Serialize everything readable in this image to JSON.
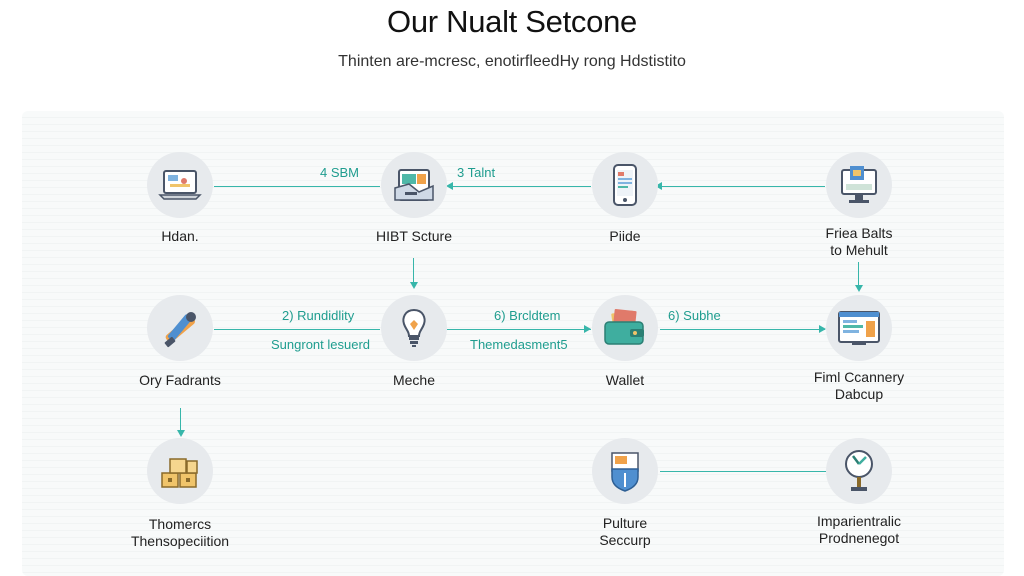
{
  "header": {
    "title": "Our Nualt Setcone",
    "subtitle": "Thinten are-mcresc, enotirfleedHy rong Hdstistito"
  },
  "nodes": {
    "n1": {
      "label": "Hdan.",
      "icon": "laptop-icon"
    },
    "n2": {
      "label": "HIBT Scture",
      "icon": "package-icon"
    },
    "n3": {
      "label": "Piide",
      "icon": "phone-icon"
    },
    "n4": {
      "label_line1": "Friea Balts",
      "label_line2": "to Mehult",
      "icon": "monitor-icon"
    },
    "n5": {
      "label": "Ory Fadrants",
      "icon": "tools-icon"
    },
    "n6": {
      "label": "Meche",
      "icon": "lightbulb-icon"
    },
    "n7": {
      "label": "Wallet",
      "icon": "wallet-icon"
    },
    "n8": {
      "label_line1": "Fiml Ccannery",
      "label_line2": "Dabcup",
      "icon": "dashboard-icon"
    },
    "n9": {
      "label_line1": "Thomercs",
      "label_line2": "Thensopeciition",
      "icon": "boxes-icon"
    },
    "n10": {
      "label_line1": "Pulture",
      "label_line2": "Seccurp",
      "icon": "shield-icon"
    },
    "n11": {
      "label_line1": "Imparientralic",
      "label_line2": "Prodnenegot",
      "icon": "gauge-icon"
    }
  },
  "edges": {
    "e1": "4 SBM",
    "e2": "3 Talnt",
    "e3": "2) Rundidlity",
    "e4": "Sungront lesuerd",
    "e5": "6) Brcldtem",
    "e6": "Themedasment5",
    "e7": "6) Subhe"
  },
  "colors": {
    "connector": "#37b6aa",
    "edge_text": "#1f9d8f",
    "node_bg": "#e7eaed"
  }
}
